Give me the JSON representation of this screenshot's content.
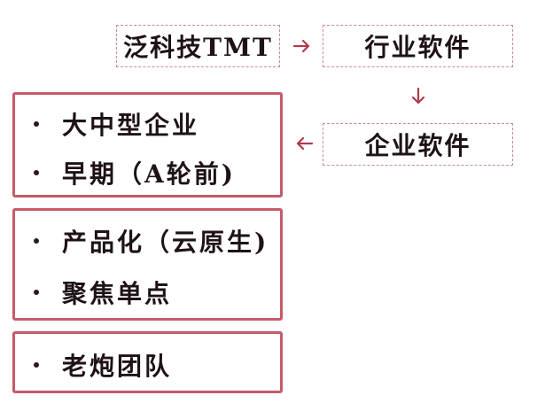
{
  "nodes": {
    "source": "泛科技TMT",
    "industry": "行业软件",
    "enterprise": "企业软件"
  },
  "groups": [
    {
      "items": [
        "大中型企业",
        "早期（A轮前)"
      ]
    },
    {
      "items": [
        "产品化（云原生)",
        "聚焦单点"
      ]
    },
    {
      "items": [
        "老炮团队"
      ]
    }
  ],
  "colors": {
    "accent": "#c65a6a",
    "dashed_border": "#c98a94",
    "arrow": "#b03a4e",
    "text": "#1e1216"
  }
}
